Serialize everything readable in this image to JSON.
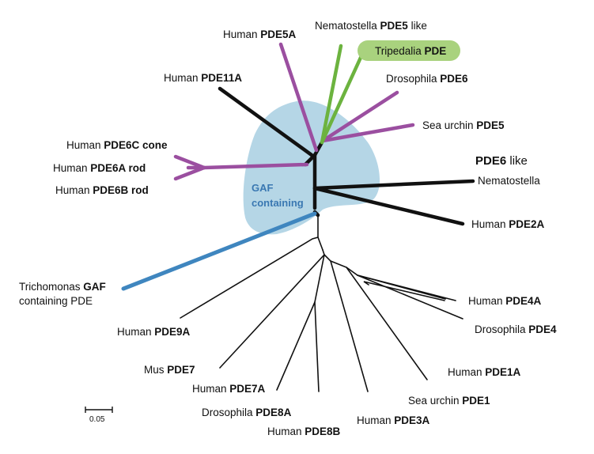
{
  "colors": {
    "vertebrate_pde6": "#9b4fa0",
    "gaf_core": "#111111",
    "tripedalia": "#6cb33f",
    "trichomonas": "#3f86bf",
    "gaf_region": "#b5d6e6",
    "gaf_text": "#3a78b2",
    "tripedalia_badge": "#a9d27e",
    "non_gaf": "#111111"
  },
  "gaf_region_label": {
    "line1": "GAF",
    "line2": "containing"
  },
  "labels": {
    "human_pde5a": {
      "prefix": "Human ",
      "bold": "PDE5A"
    },
    "nematostella_pde5": {
      "prefix": "Nematostella ",
      "bold": "PDE5",
      "suffix": " like"
    },
    "tripedalia_pde": {
      "prefix": "Tripedalia ",
      "bold": "PDE"
    },
    "human_pde11a": {
      "prefix": "Human ",
      "bold": "PDE11A"
    },
    "drosophila_pde6": {
      "prefix": "Drosophila ",
      "bold": "PDE6"
    },
    "sea_urchin_pde5": {
      "prefix": "Sea urchin ",
      "bold": "PDE5"
    },
    "human_pde6c": {
      "prefix": "Human ",
      "bold": "PDE6C cone"
    },
    "human_pde6a": {
      "prefix": "Human ",
      "bold": "PDE6A rod"
    },
    "human_pde6b": {
      "prefix": "Human ",
      "bold": "PDE6B rod"
    },
    "pde6_like": {
      "bold": "PDE6",
      "suffix": " like"
    },
    "nematostella": {
      "text": "Nematostella"
    },
    "human_pde2a": {
      "prefix": "Human ",
      "bold": "PDE2A"
    },
    "trichomonas_line1": {
      "prefix": "Trichomonas ",
      "bold": "GAF"
    },
    "trichomonas_line2": {
      "text": "containing PDE"
    },
    "human_pde4a": {
      "prefix": "Human ",
      "bold": "PDE4A"
    },
    "drosophila_pde4": {
      "prefix": "Drosophila ",
      "bold": "PDE4"
    },
    "human_pde9a": {
      "prefix": "Human ",
      "bold": "PDE9A"
    },
    "human_pde1a": {
      "prefix": "Human ",
      "bold": "PDE1A"
    },
    "mus_pde7": {
      "prefix": "Mus ",
      "bold": "PDE7"
    },
    "sea_urchin_pde1": {
      "prefix": "Sea urchin ",
      "bold": "PDE1"
    },
    "human_pde7a": {
      "prefix": "Human ",
      "bold": "PDE7A"
    },
    "drosophila_pde8a": {
      "prefix": "Drosophila ",
      "bold": "PDE8A"
    },
    "human_pde3a": {
      "prefix": "Human ",
      "bold": "PDE3A"
    },
    "human_pde8b": {
      "prefix": "Human ",
      "bold": "PDE8B"
    }
  },
  "scale_bar": {
    "label": "0.05"
  }
}
